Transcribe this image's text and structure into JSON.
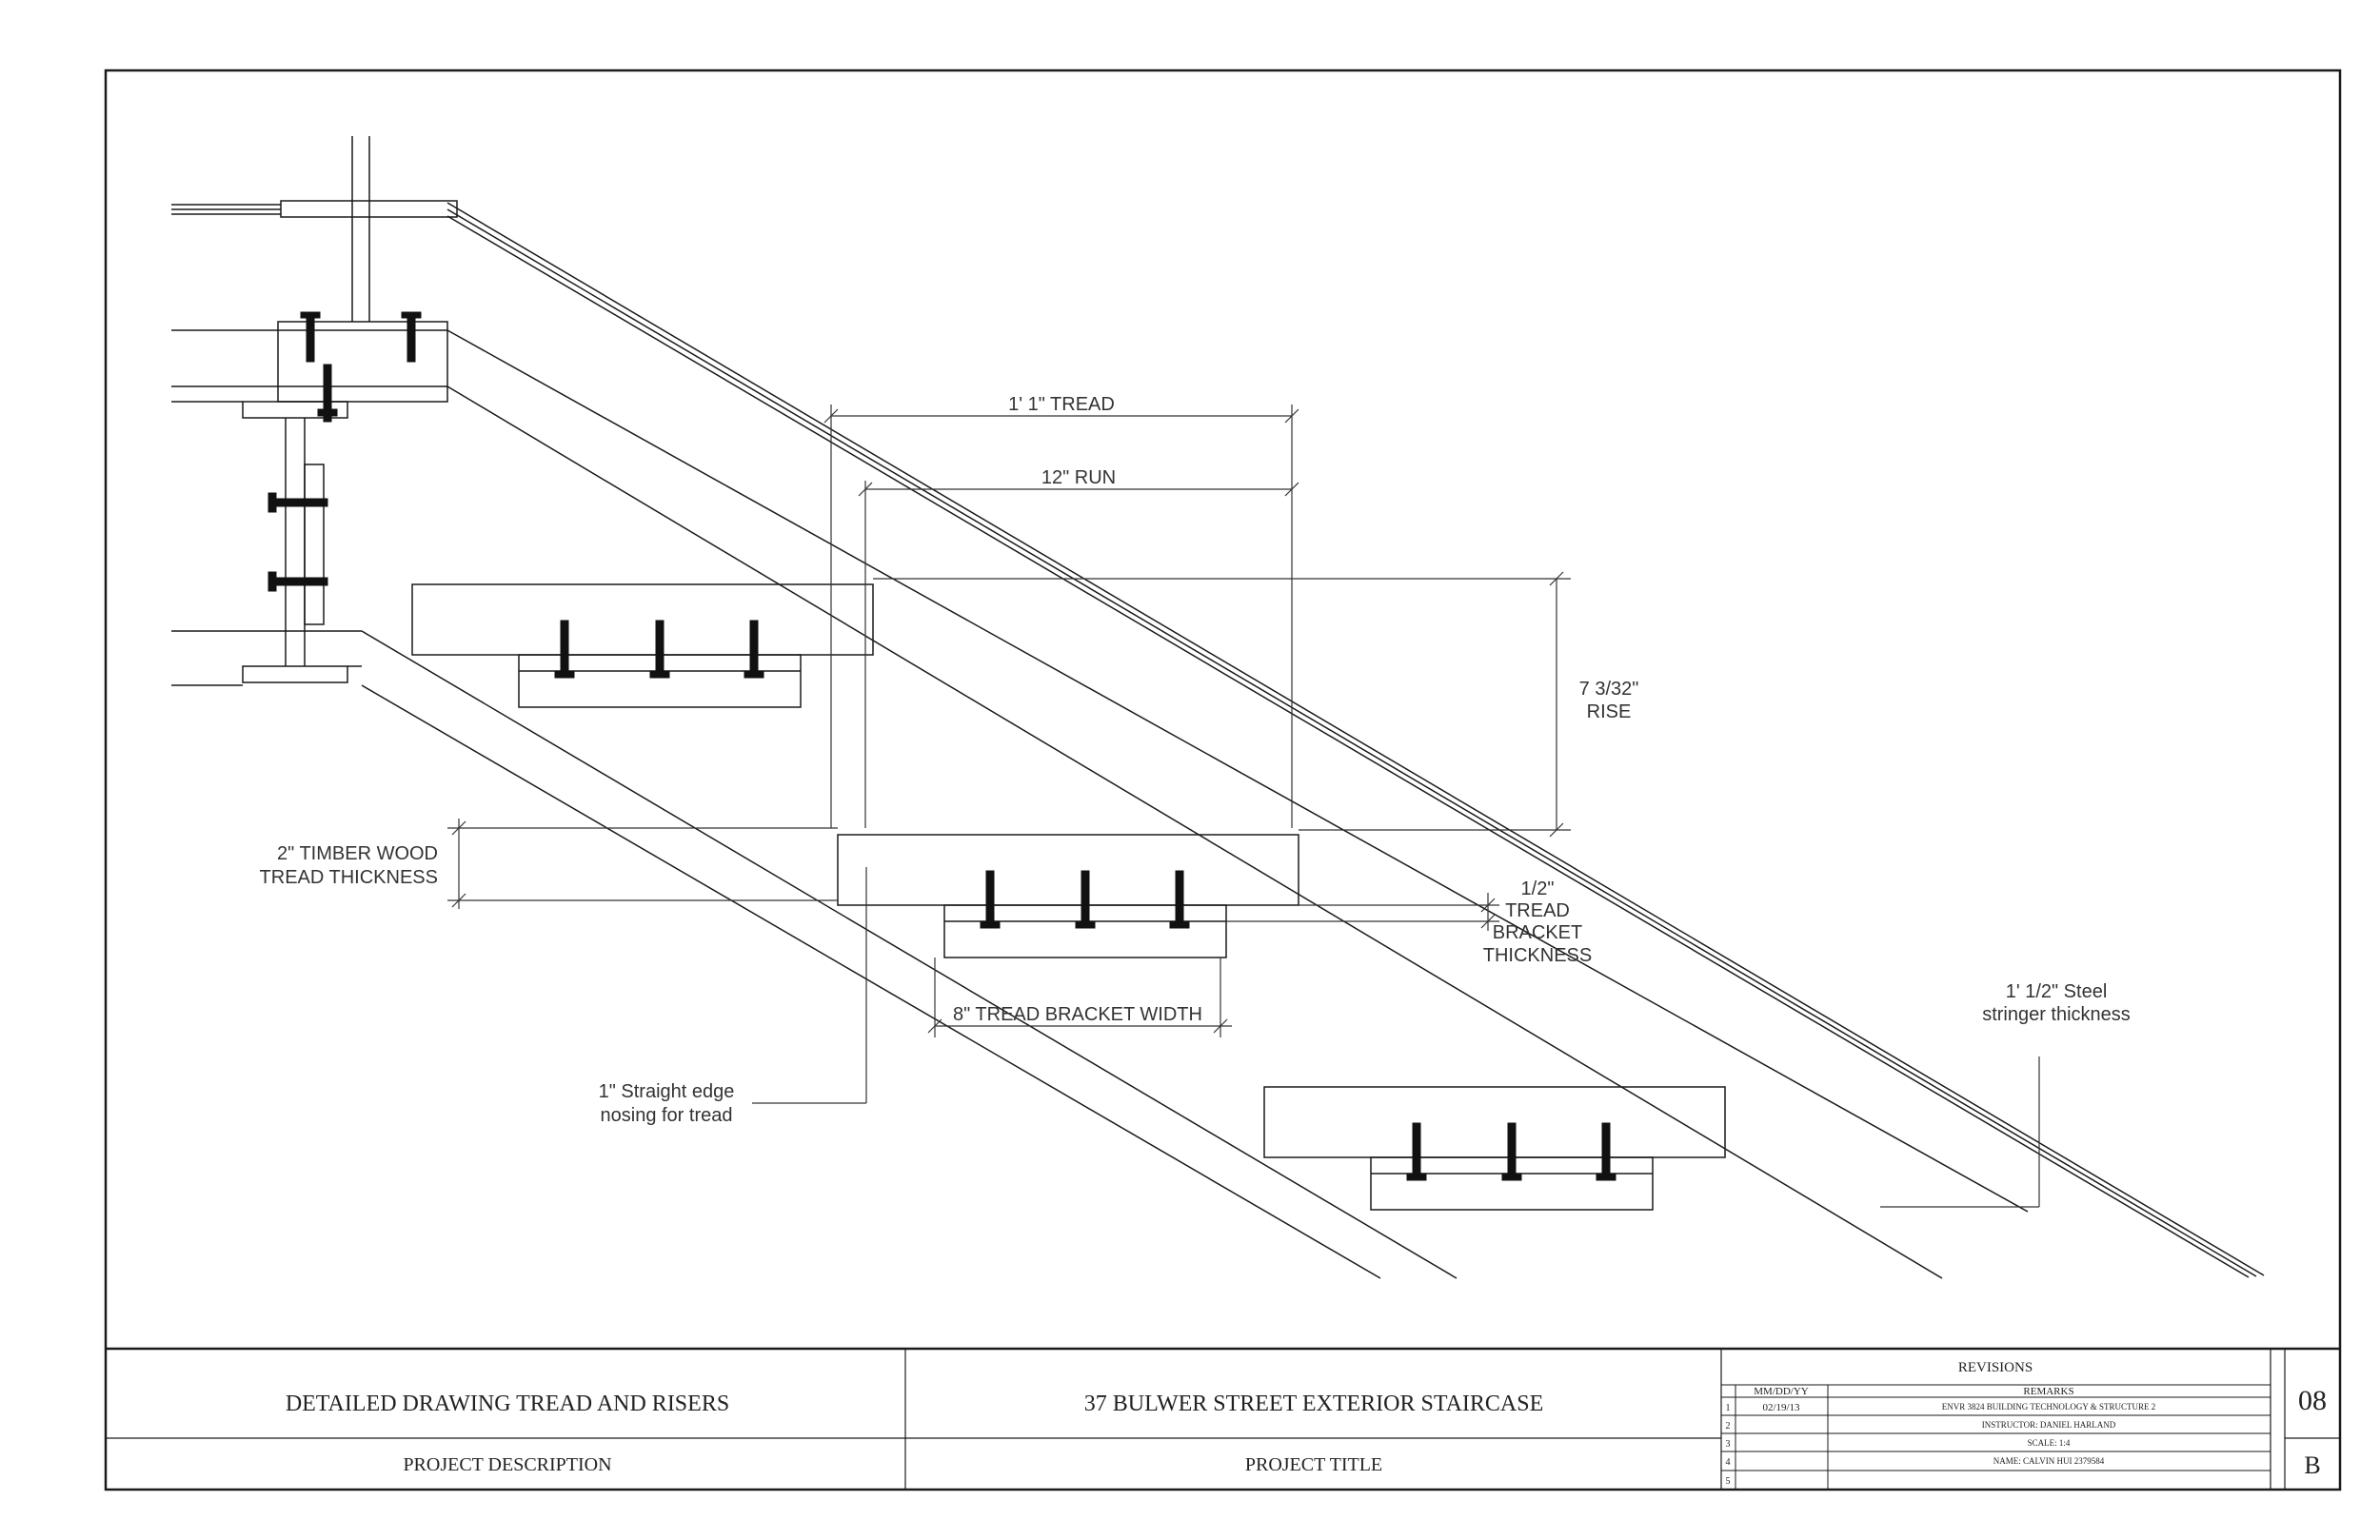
{
  "annotations": {
    "tread": "1' 1\" TREAD",
    "run": "12\" RUN",
    "rise_value": "7 3/32\"",
    "rise_label": "RISE",
    "tread_thickness_1": "2\" TIMBER WOOD",
    "tread_thickness_2": "TREAD THICKNESS",
    "bracket_thickness_1": "1/2\"",
    "bracket_thickness_2": "TREAD",
    "bracket_thickness_3": "BRACKET",
    "bracket_thickness_4": "THICKNESS",
    "bracket_width": "8\" TREAD BRACKET WIDTH",
    "nosing_1": "1\" Straight edge",
    "nosing_2": "nosing for tread",
    "stringer_1": "1' 1/2\" Steel",
    "stringer_2": "stringer thickness"
  },
  "title_block": {
    "project_description": "DETAILED DRAWING TREAD AND RISERS",
    "project_description_label": "PROJECT DESCRIPTION",
    "project_title": "37 BULWER STREET EXTERIOR STAIRCASE",
    "project_title_label": "PROJECT TITLE",
    "revisions_heading": "REVISIONS",
    "date_header": "MM/DD/YY",
    "remarks_header": "REMARKS",
    "rows": [
      {
        "num": "1",
        "date": "02/19/13",
        "remark": "ENVR 3824  BUILDING  TECHNOLOGY & STRUCTURE  2"
      },
      {
        "num": "2",
        "date": "",
        "remark": "INSTRUCTOR: DANIEL HARLAND"
      },
      {
        "num": "3",
        "date": "",
        "remark": "SCALE:   1:4"
      },
      {
        "num": "4",
        "date": "",
        "remark": "NAME: CALVIN HUI  2379584"
      },
      {
        "num": "5",
        "date": "",
        "remark": ""
      }
    ],
    "sheet_number": "08",
    "sheet_letter": "B"
  }
}
